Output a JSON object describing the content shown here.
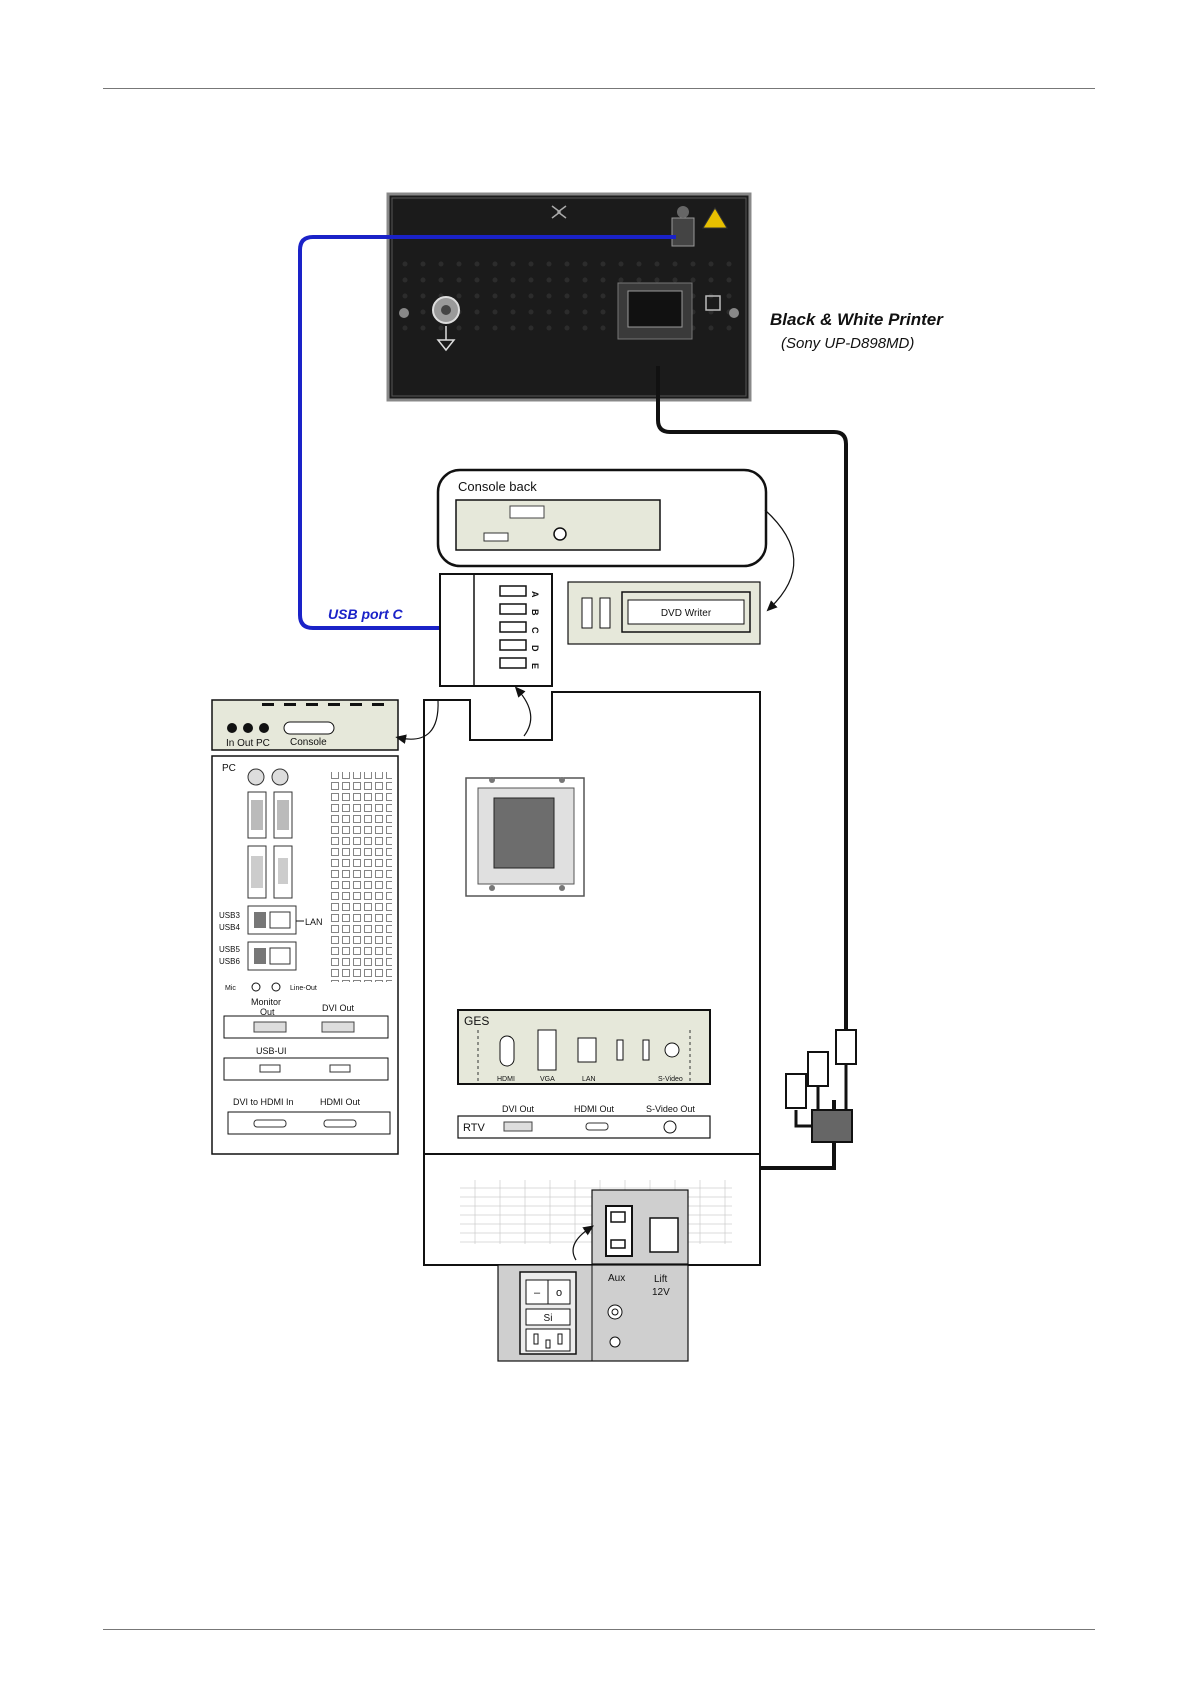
{
  "printer": {
    "title": "Black & White Printer",
    "model": "(Sony UP-D898MD)"
  },
  "usb_label": "USB port C",
  "console_back": {
    "title": "Console back"
  },
  "usb_ports": [
    "A",
    "B",
    "C",
    "D",
    "E"
  ],
  "dvd": {
    "label": "DVD Writer"
  },
  "pc_top": {
    "in_out": "In Out PC",
    "console": "Console"
  },
  "pc": {
    "title": "PC",
    "usb3": "USB3",
    "usb4": "USB4",
    "usb5": "USB5",
    "usb6": "USB6",
    "lan": "LAN",
    "mic": "Mic",
    "line_out": "Line-Out",
    "monitor_out_1": "Monitor",
    "monitor_out_2": "Out",
    "dvi_out": "DVI Out",
    "usb_ui": "USB-UI",
    "dvi_hdmi_in": "DVI to HDMI In",
    "hdmi_out": "HDMI Out"
  },
  "ges": {
    "title": "GES",
    "hdmi": "HDMI",
    "vga": "VGA",
    "lan": "LAN",
    "svideo": "S-Video"
  },
  "rtv": {
    "title": "RTV",
    "dvi_out": "DVI Out",
    "hdmi_out": "HDMI Out",
    "svideo_out": "S-Video Out"
  },
  "power": {
    "aux": "Aux",
    "lift1": "Lift",
    "lift2": "12V",
    "switch_off": "–",
    "switch_on": "o",
    "fuse": "Si"
  },
  "colors": {
    "usb_cable": "#1a22c8",
    "power_cable": "#111111",
    "panel": "#e6e8da",
    "printer": "#1b1b1b"
  }
}
